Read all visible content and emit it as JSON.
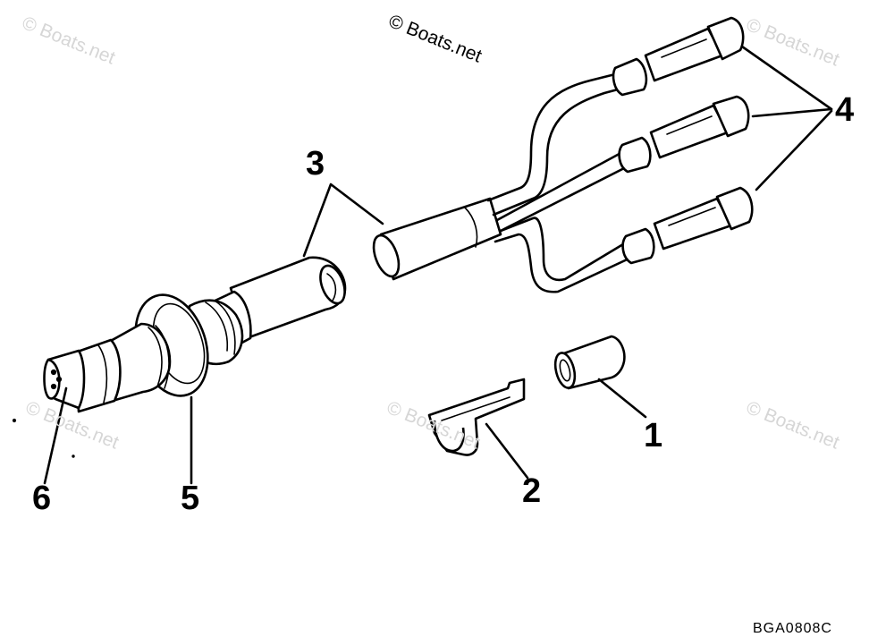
{
  "watermark": {
    "main": "© Boats.net",
    "faint": "© Boats.net"
  },
  "diagram_code": "BGA0808C",
  "callouts": {
    "c1": "1",
    "c2": "2",
    "c3": "3",
    "c4": "4",
    "c5": "5",
    "c6": "6"
  }
}
